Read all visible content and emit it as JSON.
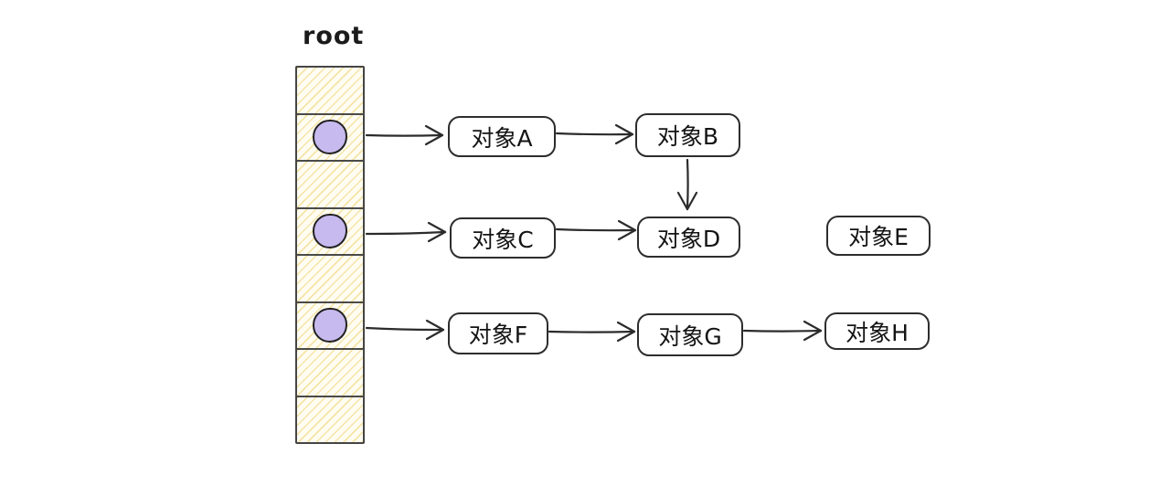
{
  "diagram": {
    "root_label": "root",
    "stack": {
      "cells": [
        {
          "index": 1,
          "has_pointer": false
        },
        {
          "index": 2,
          "has_pointer": true
        },
        {
          "index": 3,
          "has_pointer": false
        },
        {
          "index": 4,
          "has_pointer": true
        },
        {
          "index": 5,
          "has_pointer": false
        },
        {
          "index": 6,
          "has_pointer": true
        },
        {
          "index": 7,
          "has_pointer": false
        },
        {
          "index": 8,
          "has_pointer": false
        }
      ]
    },
    "objects": [
      {
        "id": "A",
        "label": "对象A"
      },
      {
        "id": "B",
        "label": "对象B"
      },
      {
        "id": "C",
        "label": "对象C"
      },
      {
        "id": "D",
        "label": "对象D"
      },
      {
        "id": "E",
        "label": "对象E"
      },
      {
        "id": "F",
        "label": "对象F"
      },
      {
        "id": "G",
        "label": "对象G"
      },
      {
        "id": "H",
        "label": "对象H"
      }
    ],
    "edges": [
      {
        "id": "root2-A",
        "from": "root-cell-2",
        "to": "对象A"
      },
      {
        "id": "A-B",
        "from": "对象A",
        "to": "对象B"
      },
      {
        "id": "B-D",
        "from": "对象B",
        "to": "对象D"
      },
      {
        "id": "root4-C",
        "from": "root-cell-4",
        "to": "对象C"
      },
      {
        "id": "C-D",
        "from": "对象C",
        "to": "对象D"
      },
      {
        "id": "root6-F",
        "from": "root-cell-6",
        "to": "对象F"
      },
      {
        "id": "F-G",
        "from": "对象F",
        "to": "对象G"
      },
      {
        "id": "G-H",
        "from": "对象G",
        "to": "对象H"
      }
    ],
    "colors": {
      "background": "#ffffff",
      "cell_fill": "#fffdf2",
      "cell_hatch": "#f0d680",
      "pointer_dot_fill": "#c7baee",
      "stroke": "#2b2b2b"
    }
  }
}
